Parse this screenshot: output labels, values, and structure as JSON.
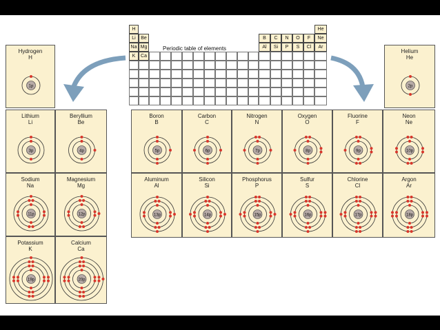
{
  "table_title": "Periodic table of elements",
  "mini_symbols": {
    "H": "H",
    "Li": "Li",
    "Be": "Be",
    "Na": "Na",
    "Mg": "Mg",
    "K": "K",
    "Ca": "Ca",
    "He": "He",
    "B": "B",
    "C": "C",
    "N": "N",
    "O": "O",
    "F": "F",
    "Ne": "Ne",
    "Al": "Al",
    "Si": "Si",
    "P": "P",
    "S": "S",
    "Cl": "Cl",
    "Ar": "Ar"
  },
  "elements": [
    {
      "name": "Hydrogen",
      "symbol": "H",
      "protons": "1p",
      "shells": [
        1
      ]
    },
    {
      "name": "Helium",
      "symbol": "He",
      "protons": "2p",
      "shells": [
        2
      ]
    },
    {
      "name": "Lithium",
      "symbol": "Li",
      "protons": "3p",
      "shells": [
        2,
        1
      ]
    },
    {
      "name": "Beryllium",
      "symbol": "Be",
      "protons": "4p",
      "shells": [
        2,
        2
      ]
    },
    {
      "name": "Boron",
      "symbol": "B",
      "protons": "5p",
      "shells": [
        2,
        3
      ]
    },
    {
      "name": "Carbon",
      "symbol": "C",
      "protons": "6p",
      "shells": [
        2,
        4
      ]
    },
    {
      "name": "Nitrogen",
      "symbol": "N",
      "protons": "7p",
      "shells": [
        2,
        5
      ]
    },
    {
      "name": "Oxygen",
      "symbol": "O",
      "protons": "8p",
      "shells": [
        2,
        6
      ]
    },
    {
      "name": "Fluorine",
      "symbol": "F",
      "protons": "9p",
      "shells": [
        2,
        7
      ]
    },
    {
      "name": "Neon",
      "symbol": "Ne",
      "protons": "10p",
      "shells": [
        2,
        8
      ]
    },
    {
      "name": "Sodium",
      "symbol": "Na",
      "protons": "11p",
      "shells": [
        2,
        8,
        1
      ]
    },
    {
      "name": "Magnesium",
      "symbol": "Mg",
      "protons": "12p",
      "shells": [
        2,
        8,
        2
      ]
    },
    {
      "name": "Aluminum",
      "symbol": "Al",
      "protons": "13p",
      "shells": [
        2,
        8,
        3
      ]
    },
    {
      "name": "Silicon",
      "symbol": "Si",
      "protons": "14p",
      "shells": [
        2,
        8,
        4
      ]
    },
    {
      "name": "Phosphorus",
      "symbol": "P",
      "protons": "15p",
      "shells": [
        2,
        8,
        5
      ]
    },
    {
      "name": "Sulfur",
      "symbol": "S",
      "protons": "16p",
      "shells": [
        2,
        8,
        6
      ]
    },
    {
      "name": "Chlorine",
      "symbol": "Cl",
      "protons": "17p",
      "shells": [
        2,
        8,
        7
      ]
    },
    {
      "name": "Argon",
      "symbol": "Ar",
      "protons": "18p",
      "shells": [
        2,
        8,
        8
      ]
    },
    {
      "name": "Potassium",
      "symbol": "K",
      "protons": "19p",
      "shells": [
        2,
        8,
        8,
        1
      ]
    },
    {
      "name": "Calcium",
      "symbol": "Ca",
      "protons": "20p",
      "shells": [
        2,
        8,
        8,
        2
      ]
    }
  ],
  "colors": {
    "cell": "#fbf1cf",
    "electron": "#d9362b",
    "nucleus": "#b6aaa6",
    "arrow": "#7d9fbb",
    "bar": "#000000"
  }
}
